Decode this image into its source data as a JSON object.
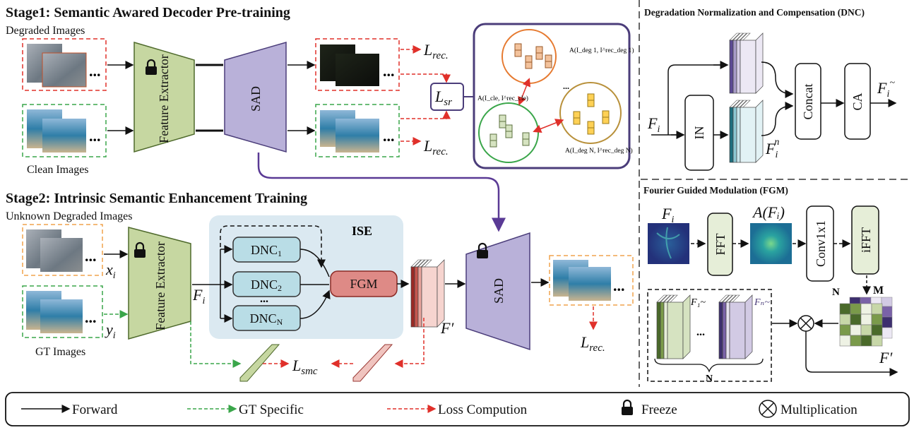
{
  "stage1": {
    "title": "Stage1: Semantic Awared Decoder Pre-training",
    "degraded_label": "Degraded Images",
    "clean_label": "Clean Images",
    "extractor": "Feature Extractor",
    "sad": "SAD",
    "ellipsis": "...",
    "loss_rec": {
      "base": "L",
      "sub": "rec."
    },
    "loss_sr": {
      "base": "L",
      "sub": "sr"
    },
    "clusters": {
      "deg1": "A(I_deg 1, I^rec_deg 1)",
      "cle": "A(I_cle, I^rec_cle)",
      "degN": "A(I_deg N, I^rec_deg N)",
      "dots": "..."
    }
  },
  "stage2": {
    "title": "Stage2: Intrinsic Semantic Enhancement Training",
    "unknown_label": "Unknown Degraded Images",
    "gt_label": "GT Images",
    "x": {
      "base": "x",
      "sub": "i"
    },
    "y": {
      "base": "y",
      "sub": "i"
    },
    "extractor": "Feature Extractor",
    "fi": {
      "base": "F",
      "sub": "i"
    },
    "ise": "ISE",
    "dnc1": {
      "base": "DNC",
      "sub": "1"
    },
    "dnc2": {
      "base": "DNC",
      "sub": "2"
    },
    "dncn": {
      "base": "DNC",
      "sub": "N"
    },
    "dots": "...",
    "fgm": "FGM",
    "fprime": "F′",
    "sad": "SAD",
    "ellipsis": "...",
    "loss_rec": {
      "base": "L",
      "sub": "rec."
    },
    "loss_smc": {
      "base": "L",
      "sub": "smc"
    }
  },
  "dnc_panel": {
    "title": "Degradation Normalization and Compensation (DNC)",
    "fi": {
      "base": "F",
      "sub": "i"
    },
    "in": "IN",
    "concat": "Concat",
    "ca": "CA",
    "fin": {
      "base": "F",
      "sub": "i",
      "sup": "n"
    },
    "fout": {
      "base": "F",
      "sub": "i",
      "sup": "~"
    }
  },
  "fgm_panel": {
    "title": "Fourier Guided Modulation (FGM)",
    "fi": {
      "base": "F",
      "sub": "i"
    },
    "fft": "FFT",
    "afi": "A(Fᵢ)",
    "conv": "Conv1x1",
    "ifft": "iFFT",
    "n": "N",
    "m": "M",
    "f1": "F₁~",
    "fn": "Fₙ~",
    "dots": "...",
    "n_brace": "N",
    "fprime": "F′"
  },
  "legend": {
    "forward": "Forward",
    "gt": "GT Specific",
    "loss": "Loss Compution",
    "freeze": "Freeze",
    "mult": "Multiplication"
  },
  "colors": {
    "loss": "#e0302a",
    "gt": "#3aa64a",
    "sad": "#b9b1d9",
    "extractor": "#c6d7a1",
    "ise_bg": "#dbe9f1",
    "dnc": "#b9dde6",
    "fgm": "#de8a86",
    "orange": "#f1a34d"
  }
}
